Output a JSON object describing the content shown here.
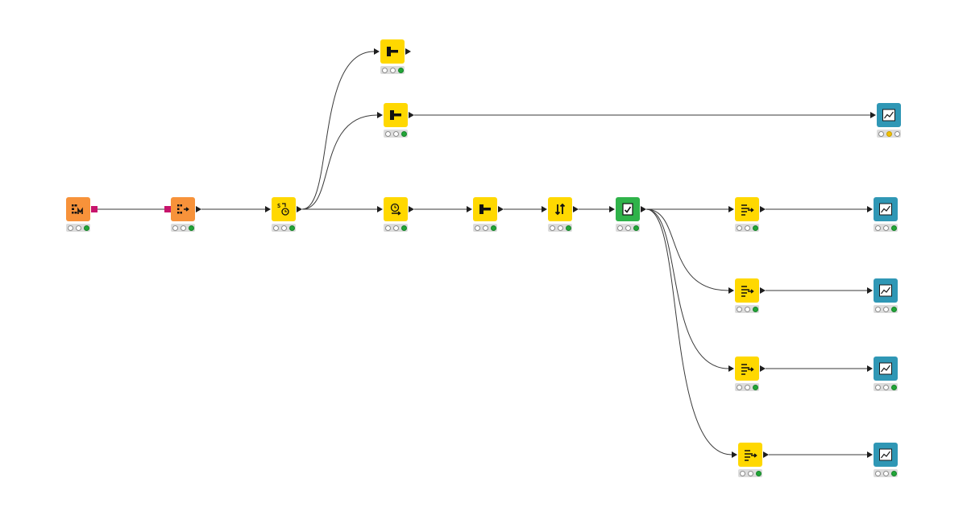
{
  "colors": {
    "source": "#f7923a",
    "manipulator": "#ffd800",
    "sink": "#2fb34a",
    "visualizer": "#2f97b5",
    "edge": "#3a3a3a"
  },
  "workflow": {
    "nodes": [
      {
        "id": "n1",
        "category": "source",
        "icon": "table-creator-icon",
        "status": "executed"
      },
      {
        "id": "n2",
        "category": "source",
        "icon": "table-reader-icon",
        "status": "executed"
      },
      {
        "id": "n3",
        "category": "manipulator",
        "icon": "string-to-datetime-icon",
        "status": "executed"
      },
      {
        "id": "n4",
        "category": "manipulator",
        "icon": "column-filter-icon",
        "status": "executed"
      },
      {
        "id": "n5",
        "category": "manipulator",
        "icon": "column-filter-icon",
        "status": "executed"
      },
      {
        "id": "n6",
        "category": "visualizer",
        "icon": "line-plot-icon",
        "status": "configured"
      },
      {
        "id": "n7",
        "category": "manipulator",
        "icon": "datetime-shift-icon",
        "status": "executed"
      },
      {
        "id": "n8",
        "category": "manipulator",
        "icon": "column-filter-icon",
        "status": "executed"
      },
      {
        "id": "n9",
        "category": "manipulator",
        "icon": "sorter-icon",
        "status": "executed"
      },
      {
        "id": "n10",
        "category": "sink",
        "icon": "table-writer-icon",
        "status": "executed"
      },
      {
        "id": "n11",
        "category": "manipulator",
        "icon": "lag-column-icon",
        "status": "executed"
      },
      {
        "id": "n12",
        "category": "visualizer",
        "icon": "line-plot-icon",
        "status": "executed"
      },
      {
        "id": "n13",
        "category": "manipulator",
        "icon": "lag-column-icon",
        "status": "executed"
      },
      {
        "id": "n14",
        "category": "visualizer",
        "icon": "line-plot-icon",
        "status": "executed"
      },
      {
        "id": "n15",
        "category": "manipulator",
        "icon": "lag-column-icon",
        "status": "executed"
      },
      {
        "id": "n16",
        "category": "visualizer",
        "icon": "line-plot-icon",
        "status": "executed"
      },
      {
        "id": "n17",
        "category": "manipulator",
        "icon": "lag-column-icon",
        "status": "executed"
      },
      {
        "id": "n18",
        "category": "visualizer",
        "icon": "line-plot-icon",
        "status": "executed"
      }
    ],
    "connections": [
      [
        "n1",
        "n2"
      ],
      [
        "n2",
        "n3"
      ],
      [
        "n3",
        "n4"
      ],
      [
        "n3",
        "n5"
      ],
      [
        "n3",
        "n7"
      ],
      [
        "n5",
        "n6"
      ],
      [
        "n7",
        "n8"
      ],
      [
        "n8",
        "n9"
      ],
      [
        "n9",
        "n10"
      ],
      [
        "n10",
        "n11"
      ],
      [
        "n10",
        "n13"
      ],
      [
        "n10",
        "n15"
      ],
      [
        "n10",
        "n17"
      ],
      [
        "n11",
        "n12"
      ],
      [
        "n13",
        "n14"
      ],
      [
        "n15",
        "n16"
      ],
      [
        "n17",
        "n18"
      ]
    ]
  }
}
